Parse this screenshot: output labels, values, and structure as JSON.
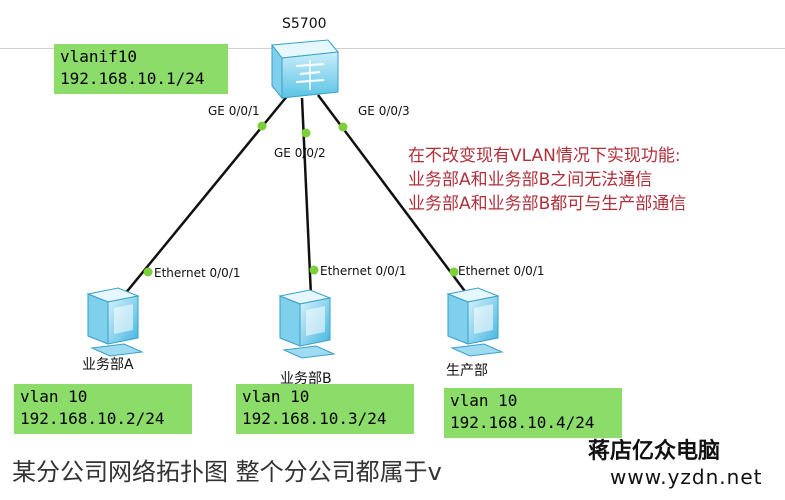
{
  "switch": {
    "name": "S5700"
  },
  "gateway": {
    "name": "vlanif10",
    "ip": "192.168.10.1/24"
  },
  "ports": {
    "g1": "GE 0/0/1",
    "g2": "GE 0/0/2",
    "g3": "GE 0/0/3"
  },
  "pcs": [
    {
      "name": "业务部A",
      "port": "Ethernet 0/0/1",
      "vlan": "vlan 10",
      "ip": "192.168.10.2/24"
    },
    {
      "name": "业务部B",
      "port": "Ethernet 0/0/1",
      "vlan": "vlan 10",
      "ip": "192.168.10.3/24"
    },
    {
      "name": "生产部",
      "port": "Ethernet 0/0/1",
      "vlan": "vlan 10",
      "ip": "192.168.10.4/24"
    }
  ],
  "requirement": {
    "line1": "在不改变现有VLAN情况下实现功能:",
    "line2": "业务部A和业务部B之间无法通信",
    "line3": "业务部A和业务部B都可与生产部通信"
  },
  "caption": "某分公司网络拓扑图 整个分公司都属于v",
  "watermark": {
    "line1": "蒋店亿众电脑",
    "line2": "www.yzdn.net"
  },
  "colors": {
    "link": "#111111",
    "port_dot": "#7dcf3a",
    "label_bg": "#8cdc6a",
    "note": "#b0303a"
  }
}
